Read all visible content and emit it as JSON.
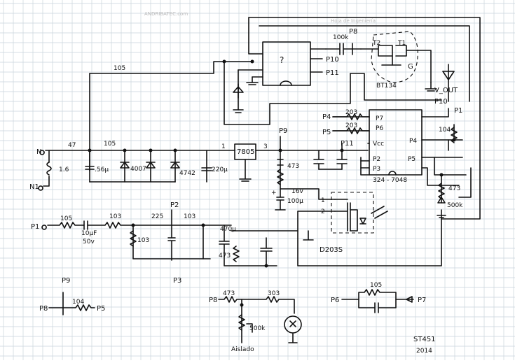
{
  "watermarks": {
    "logo": "ANDRIBATEC.com",
    "hojas": "Hoja de Ingeniería"
  },
  "pins": {
    "P1": "P1",
    "P2": "P2",
    "P3": "P3",
    "P4": "P4",
    "P5": "P5",
    "P6": "P6",
    "P7": "P7",
    "P8": "P8",
    "P9": "P9",
    "P10": "P10",
    "P11": "P11",
    "N": "N",
    "N1": "N1"
  },
  "components": {
    "r105_top": "105",
    "r47": "47",
    "r105_mid": "105",
    "fuse": "1.6",
    "c_56": ".56μ",
    "d4007": "4007",
    "zener": "4742",
    "c220": "220μ",
    "reg": "7805",
    "reg_pin1": "1",
    "reg_pin3": "3",
    "r473_a": "473",
    "c16v": "16v",
    "c100u": "100μ",
    "plus": "+",
    "ic_unknown": "?",
    "c100k": "100k",
    "triac": "BT134",
    "t1": "T1",
    "t2": "T2",
    "g": "G",
    "vout": "V_OUT",
    "r203_a": "203",
    "r203_b": "203",
    "r104": "104",
    "r473_b": "473",
    "pot500k_a": "500k",
    "ic_name": "324 - 7048",
    "ic_p7": "P7",
    "ic_p6": "P6",
    "ic_vcc": "Vcc",
    "ic_p2": "P2",
    "ic_p3": "P3",
    "ic_p4": "P4",
    "ic_p5": "P5",
    "r105_p1": "105",
    "c10u": "10μF",
    "c10u_v": "50v",
    "r103_a": "103",
    "r225": "225",
    "r103_b": "103",
    "r103_c": "103",
    "c470u": "470μ",
    "r473_c": "473",
    "opto": "D203S",
    "opto_pin1": "1",
    "opto_pin2": "2",
    "r104_b": "104",
    "r473_d": "473",
    "r303": "303",
    "pot500k_b": "500k",
    "aislado": "Aislado",
    "r105_b": "105"
  },
  "footer": {
    "code": "ST451",
    "year": "2014"
  }
}
